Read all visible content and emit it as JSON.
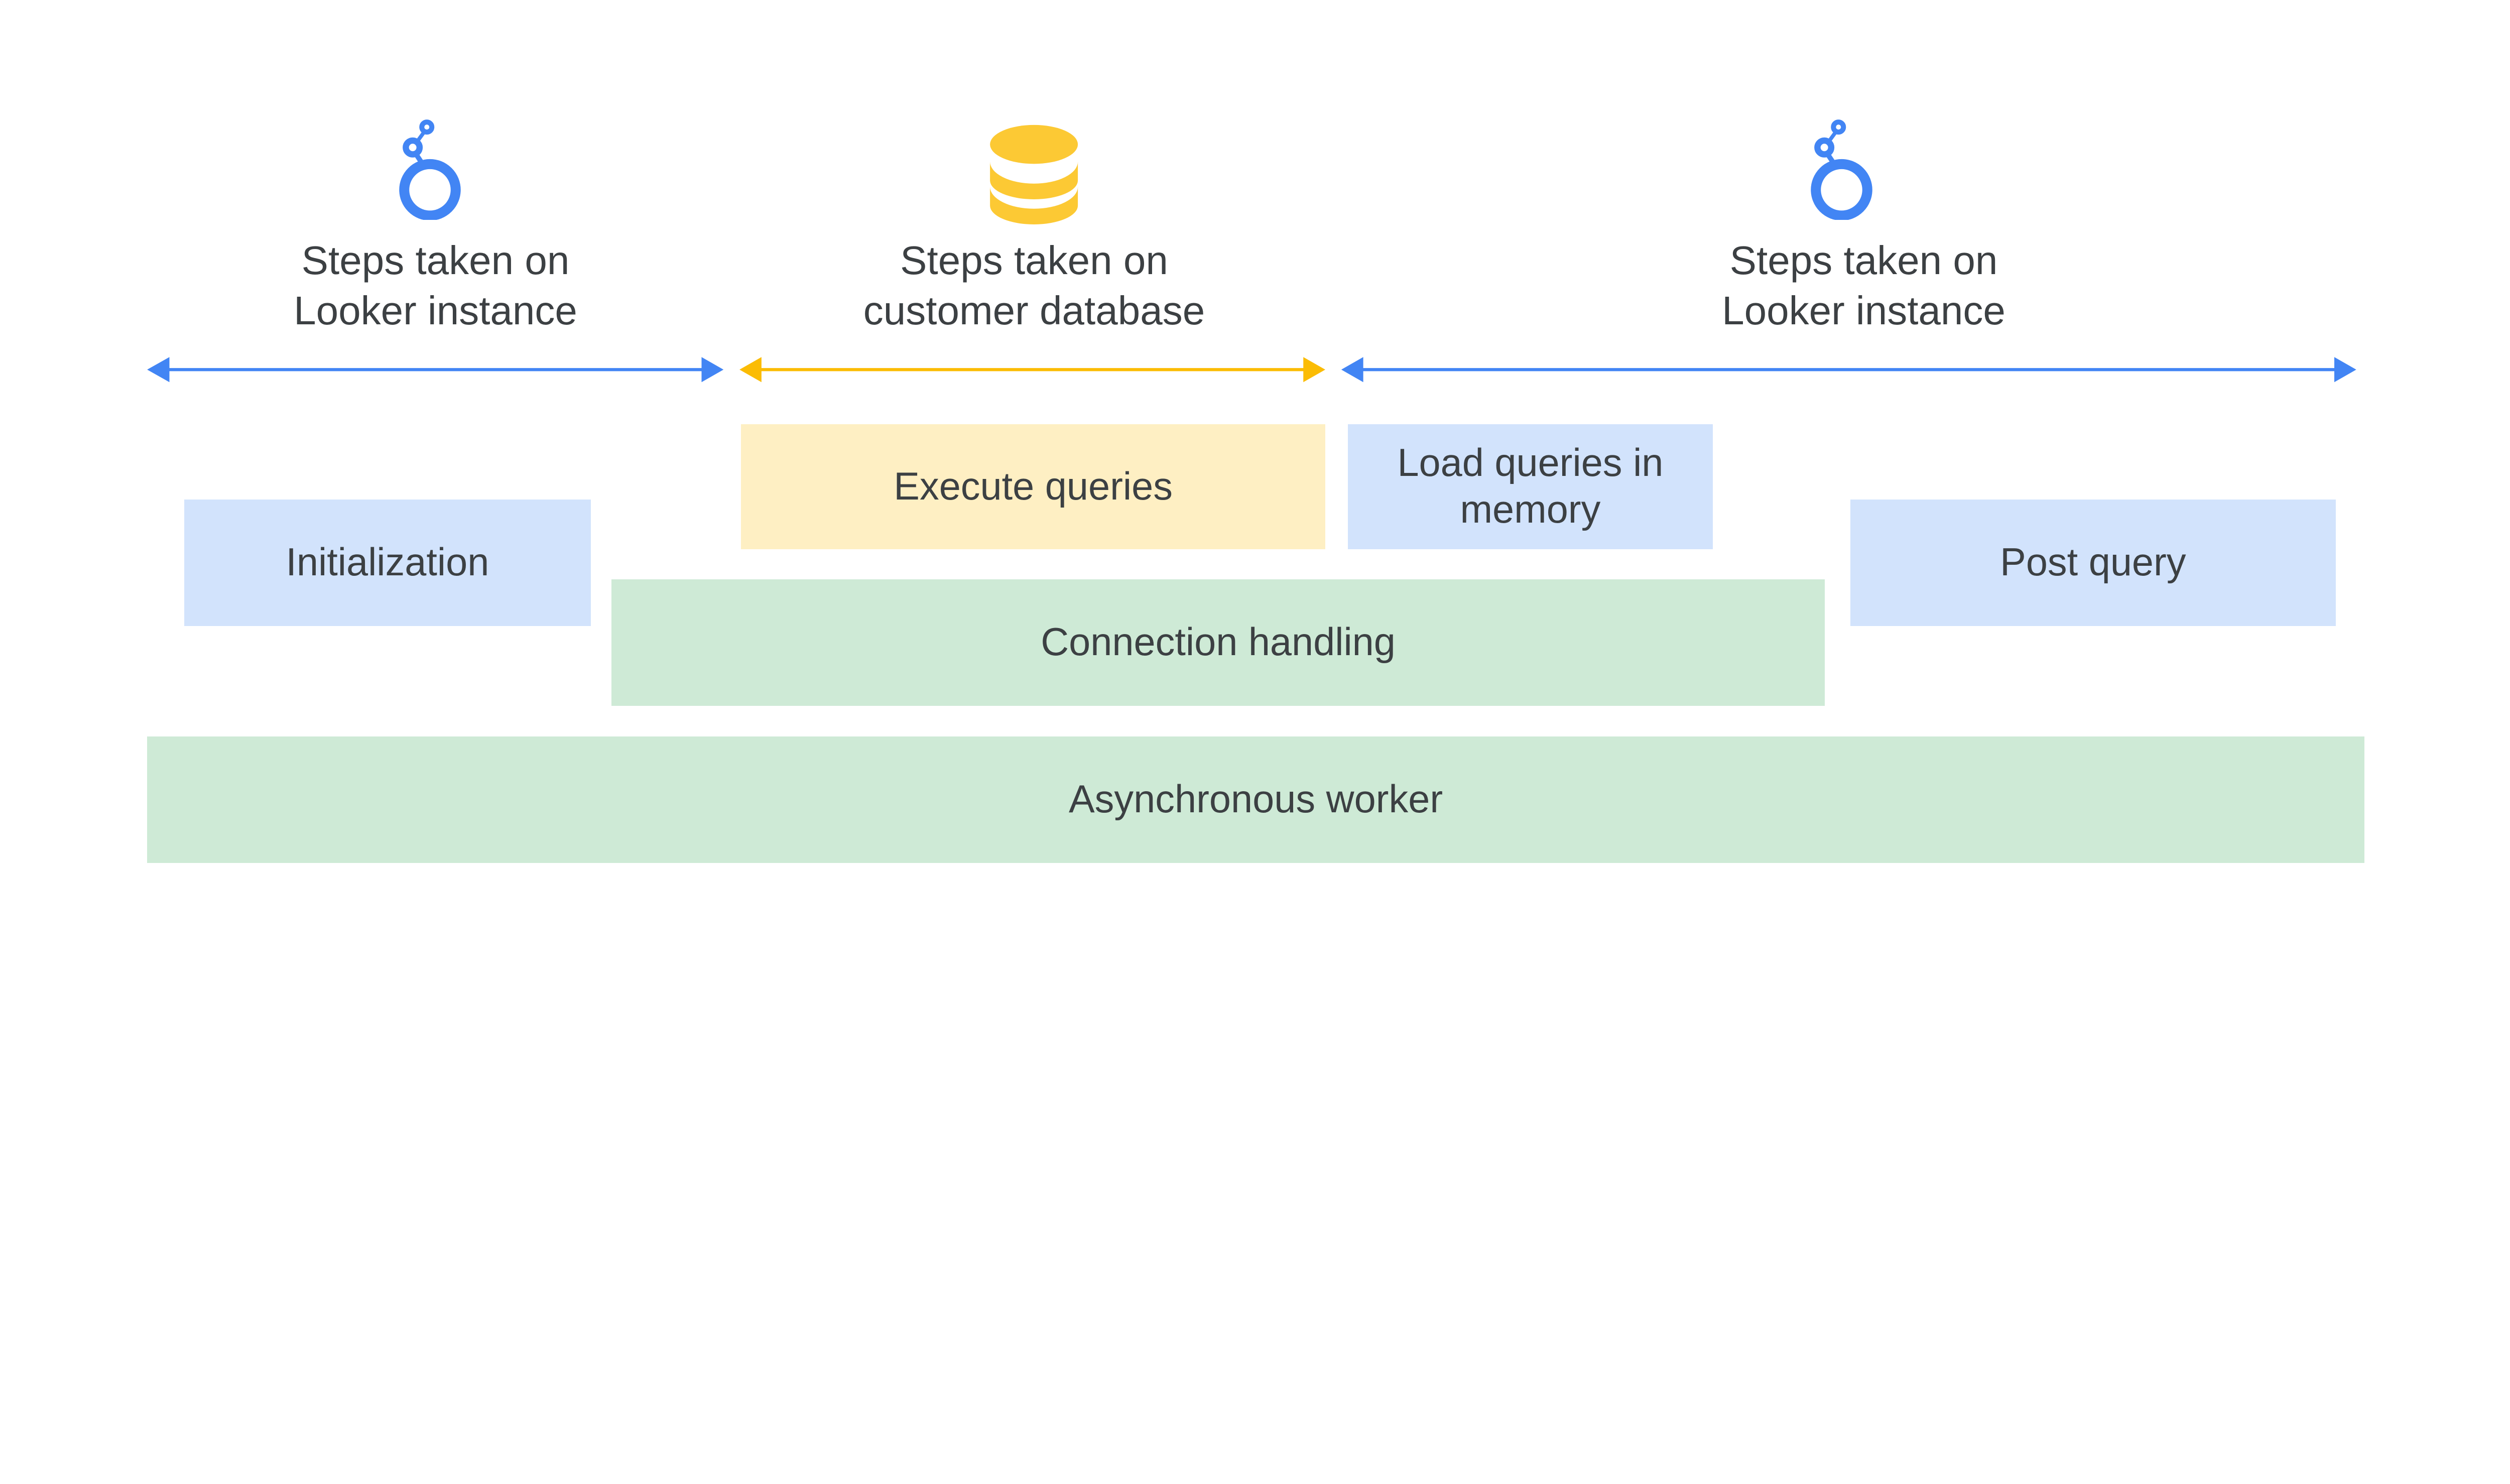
{
  "sections": [
    {
      "icon": "looker-icon",
      "line1": "Steps taken on",
      "line2": "Looker instance",
      "arrow_color": "#4285f4"
    },
    {
      "icon": "database-icon",
      "line1": "Steps taken on",
      "line2": "customer database",
      "arrow_color": "#fbbc04"
    },
    {
      "icon": "looker-icon",
      "line1": "Steps taken on",
      "line2": "Looker instance",
      "arrow_color": "#4285f4"
    }
  ],
  "boxes": {
    "execute_queries": "Execute queries",
    "load_queries": "Load queries in memory",
    "initialization": "Initialization",
    "post_query": "Post query",
    "connection_handling": "Connection handling",
    "asynchronous_worker": "Asynchronous worker"
  },
  "colors": {
    "blue": "#4285f4",
    "yellow": "#fbbc04",
    "db_icon": "#fcc934",
    "box_blue": "#d2e3fc",
    "box_green": "#ceead6",
    "box_yellow": "#feefc3",
    "text": "#3c4043"
  }
}
